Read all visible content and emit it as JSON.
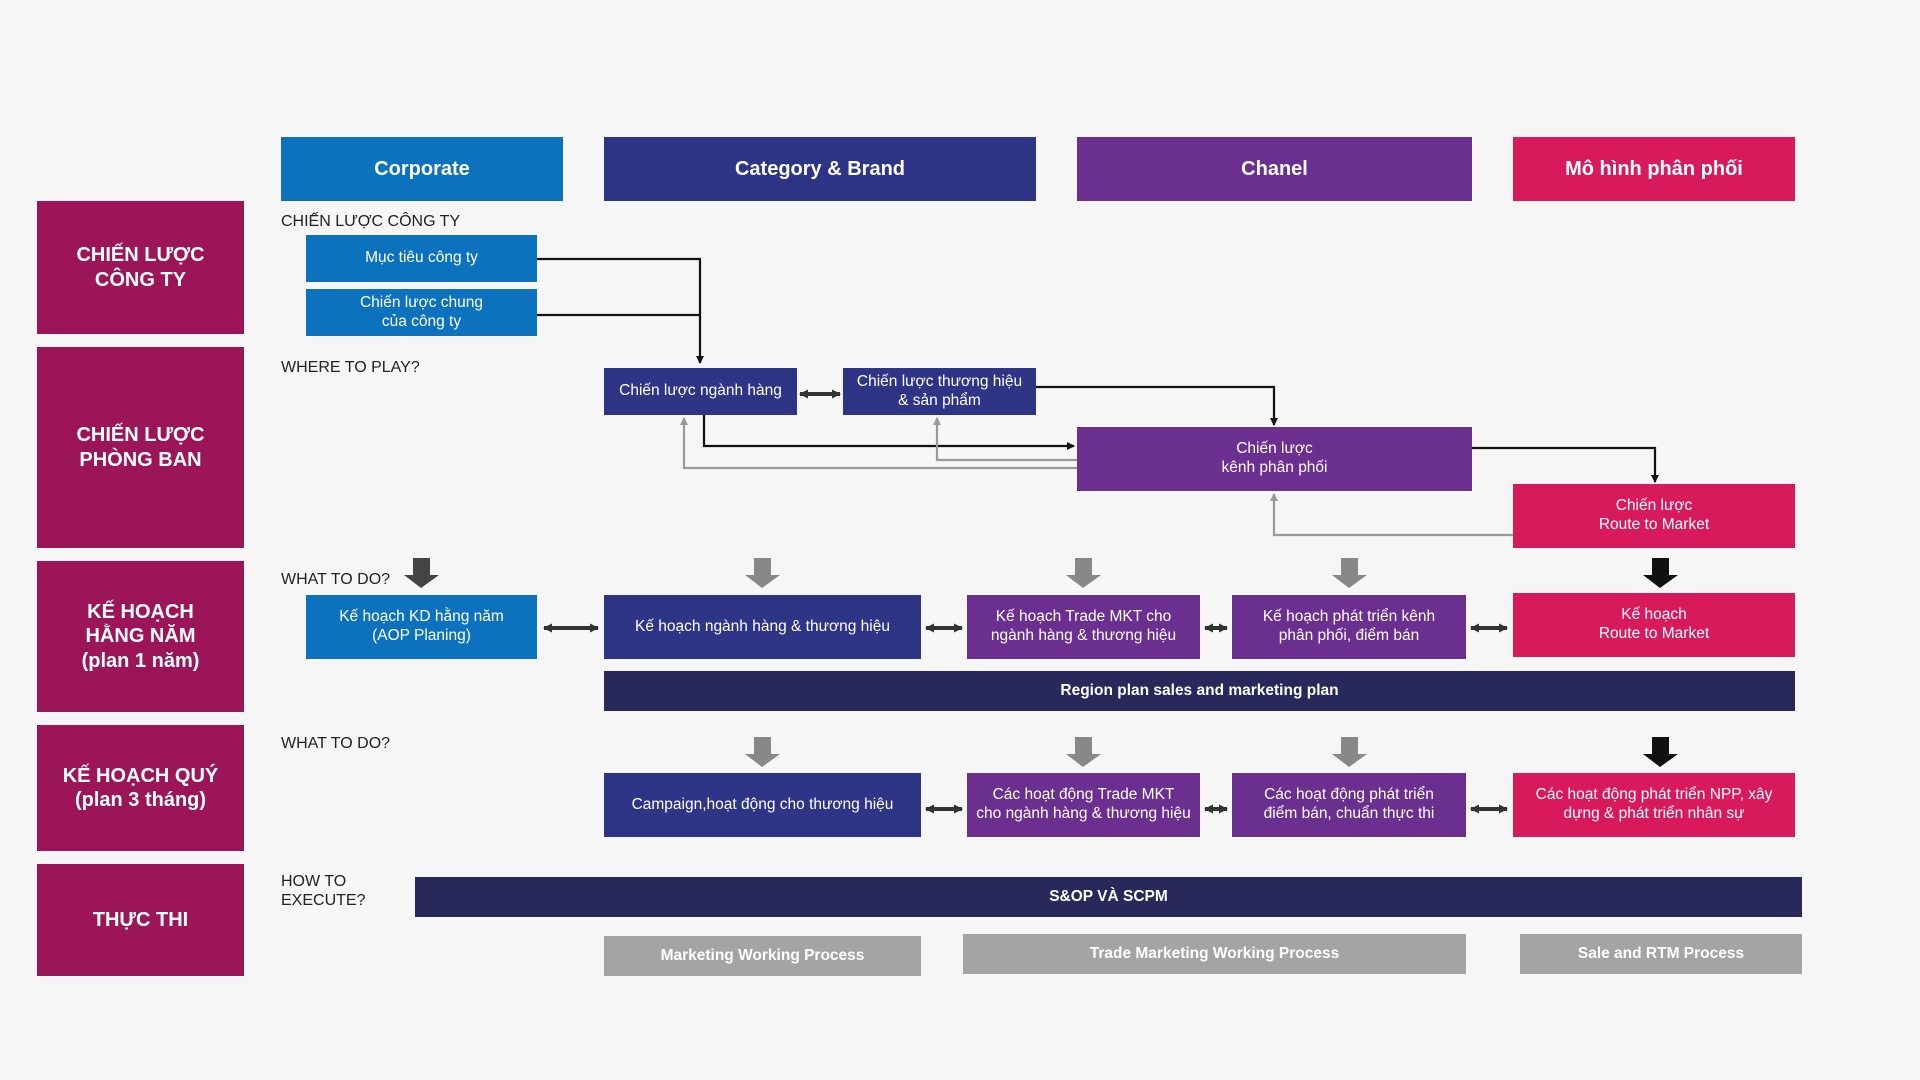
{
  "headers": {
    "corporate": "Corporate",
    "category_brand": "Category & Brand",
    "channel": "Chanel",
    "distribution_model": "Mô hình phân phối"
  },
  "row_labels": {
    "company_strategy": "CHIẾN LƯỢC\nCÔNG TY",
    "department_strategy": "CHIẾN LƯỢC\nPHÒNG BAN",
    "annual_plan": "KẾ HOẠCH\nHẰNG NĂM\n(plan 1 năm)",
    "quarterly_plan": "KẾ HOẠCH QUÝ\n(plan 3 tháng)",
    "execution": "THỰC THI"
  },
  "section_labels": {
    "company_strategy": "CHIẾN LƯỢC CÔNG TY",
    "where_to_play": "WHERE TO PLAY?",
    "what_to_do_annual": "WHAT TO DO?",
    "what_to_do_quarterly": "WHAT TO DO?",
    "how_to_execute": "HOW TO\nEXECUTE?"
  },
  "nodes": {
    "company_goal": "Mục tiêu công ty",
    "company_general_strategy": "Chiến lược chung\ncủa công ty",
    "category_strategy": "Chiến lược ngành hàng",
    "brand_product_strategy": "Chiến lược thương hiệu\n& sản phẩm",
    "channel_strategy": "Chiến lược\nkênh phân phối",
    "rtm_strategy": "Chiến lược\nRoute to Market",
    "aop_plan": "Kế hoạch KD hằng năm\n(AOP Planing)",
    "category_brand_plan": "Kế hoạch ngành hàng & thương hiệu",
    "trade_mkt_plan": "Kế hoạch Trade MKT cho\nngành hàng & thương hiệu",
    "channel_dev_plan": "Kế hoạch phát triển kênh\nphân phối, điểm bán",
    "rtm_plan": "Kế hoạch\nRoute to Market",
    "region_plan": "Region plan sales and marketing plan",
    "campaign": "Campaign,hoạt động cho thương hiệu",
    "trade_mkt_activities": "Các hoạt động Trade MKT\ncho ngành hàng & thương hiệu",
    "pos_dev_activities": "Các hoạt động phát triển\nđiểm bán, chuẩn thực thi",
    "npp_dev_activities": "Các hoạt động phát triển NPP, xây\ndựng & phát triển nhân sự",
    "sop_scpm": "S&OP VÀ SCPM"
  },
  "processes": {
    "marketing": "Marketing Working Process",
    "trade_marketing": "Trade Marketing Working Process",
    "sale_rtm": "Sale and RTM Process"
  },
  "colors": {
    "row_label": "#9b1558",
    "corporate": "#0d72bd",
    "category_brand": "#2e3587",
    "channel": "#6b2f90",
    "distribution": "#d81a5c",
    "dark_bar": "#28295a",
    "process_bar": "#a4a4a4"
  }
}
